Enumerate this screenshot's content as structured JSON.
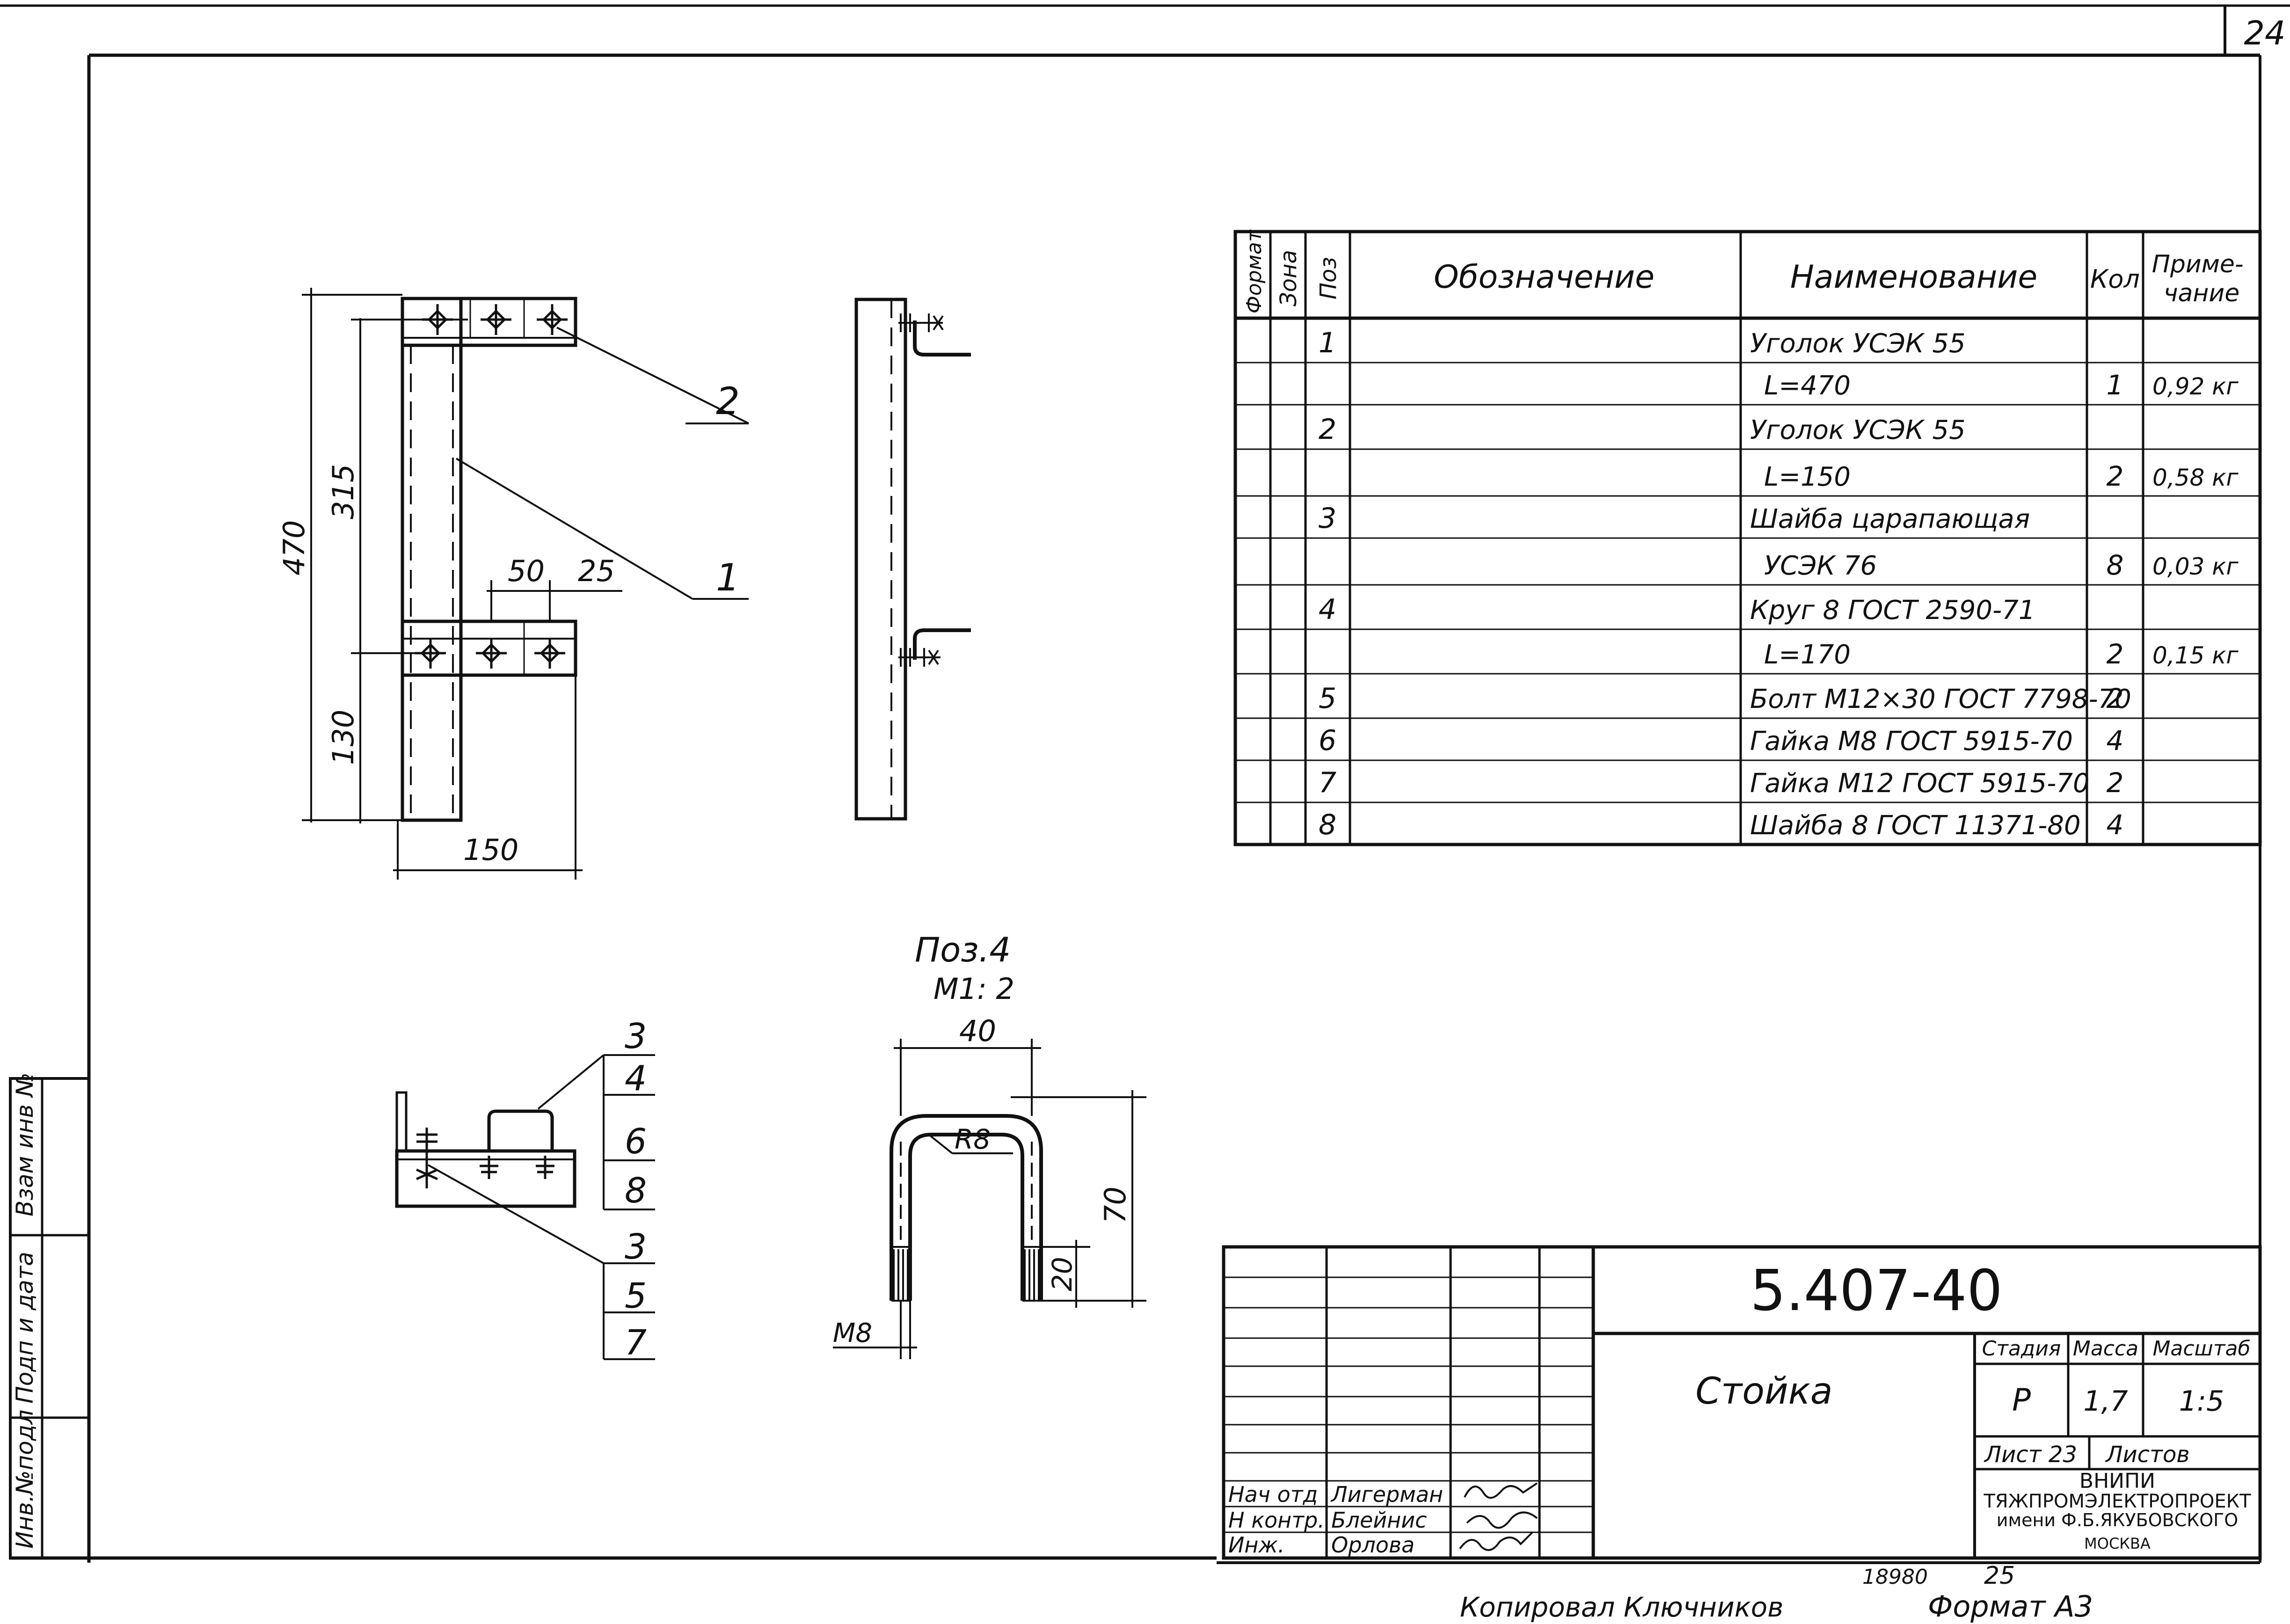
{
  "page_number": "24",
  "drawing": {
    "dims_main": [
      "470",
      "315",
      "50",
      "25",
      "130",
      "150"
    ],
    "callouts_main": [
      "2",
      "1"
    ],
    "poz4": {
      "title": "Поз.4",
      "scale": "М1: 2",
      "dims": [
        "40",
        "R8",
        "70",
        "20",
        "М8"
      ]
    },
    "callouts_detail": [
      "3",
      "4",
      "6",
      "8",
      "3",
      "5",
      "7"
    ]
  },
  "spec_table": {
    "headers": {
      "format": "Формат",
      "zone": "Зона",
      "pos": "Поз",
      "designation": "Обозначение",
      "name": "Наименование",
      "qty": "Кол",
      "note": "Приме-\nчание"
    },
    "rows": [
      {
        "pos": "1",
        "name": "Уголок УСЭК 55",
        "qty": "",
        "note": ""
      },
      {
        "pos": "",
        "name": "L=470",
        "qty": "1",
        "note": "0,92 кг"
      },
      {
        "pos": "2",
        "name": "Уголок УСЭК 55",
        "qty": "",
        "note": ""
      },
      {
        "pos": "",
        "name": "L=150",
        "qty": "2",
        "note": "0,58 кг"
      },
      {
        "pos": "3",
        "name": "Шайба царапающая",
        "qty": "",
        "note": ""
      },
      {
        "pos": "",
        "name": "УСЭК 76",
        "qty": "8",
        "note": "0,03 кг"
      },
      {
        "pos": "4",
        "name": "Круг 8 ГОСТ 2590-71",
        "qty": "",
        "note": ""
      },
      {
        "pos": "",
        "name": "L=170",
        "qty": "2",
        "note": "0,15 кг"
      },
      {
        "pos": "5",
        "name": "Болт М12×30 ГОСТ 7798-70",
        "qty": "2",
        "note": ""
      },
      {
        "pos": "6",
        "name": "Гайка М8 ГОСТ 5915-70",
        "qty": "4",
        "note": ""
      },
      {
        "pos": "7",
        "name": "Гайка М12 ГОСТ 5915-70",
        "qty": "2",
        "note": ""
      },
      {
        "pos": "8",
        "name": "Шайба 8 ГОСТ 11371-80",
        "qty": "4",
        "note": ""
      }
    ]
  },
  "title_block": {
    "doc_number": "5.407-40",
    "title": "Стойка",
    "stage_label": "Стадия",
    "mass_label": "Масса",
    "scale_label": "Масштаб",
    "stage": "Р",
    "mass": "1,7",
    "scale": "1:5",
    "sheet_label": "Лист 23",
    "sheets_label": "Листов",
    "roles": [
      "Нач отд",
      "Н контр.",
      "Инж."
    ],
    "names": [
      "Лигерман",
      "Блейнис",
      "Орлова"
    ],
    "org_line1": "ВНИПИ",
    "org_line2": "ТЯЖПРОМЭЛЕКТРОПРОЕКТ",
    "org_line3": "имени Ф.Б.ЯКУБОВСКОГО",
    "org_line4": "МОСКВА",
    "bottom_left_num": "18980",
    "bottom_num": "25",
    "copied_by": "Копировал Ключников",
    "format": "Формат А3"
  },
  "side_stamp": [
    "Взам инв №",
    "Подп и дата",
    "Инв.№подл"
  ]
}
